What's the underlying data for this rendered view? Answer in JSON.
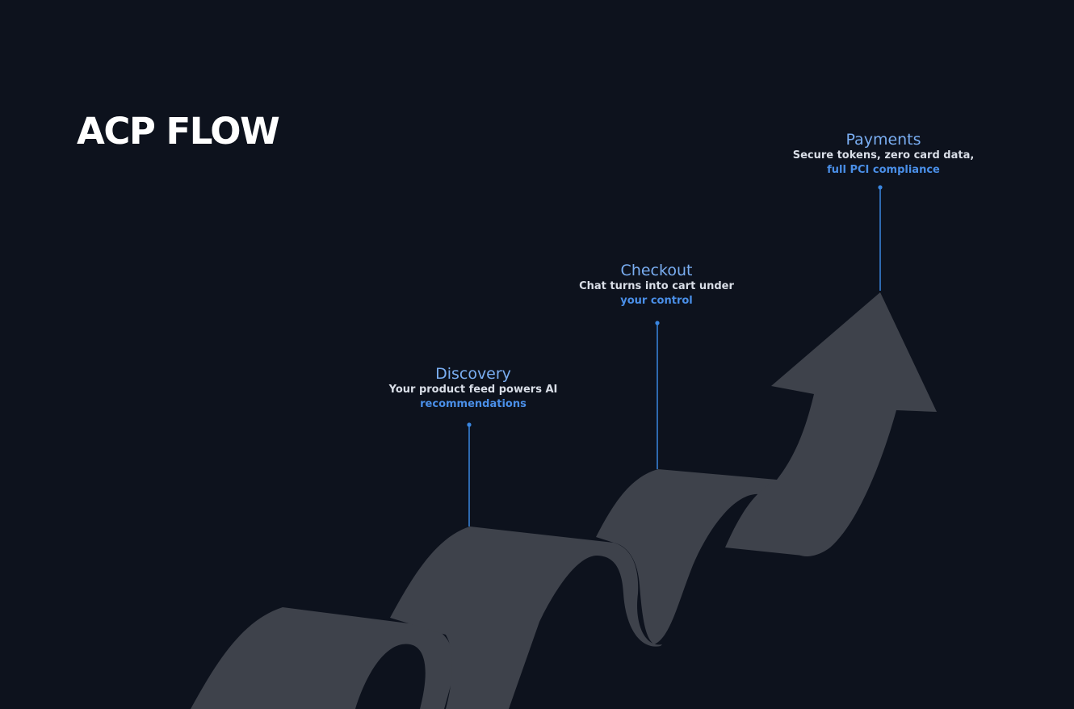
{
  "title": "ACP FLOW",
  "stages": [
    {
      "title": "Discovery",
      "description": "Your product feed powers AI",
      "highlight": "recommendations"
    },
    {
      "title": "Checkout",
      "description": "Chat turns into cart under",
      "highlight": "your control"
    },
    {
      "title": "Payments",
      "description": "Secure tokens, zero card data,",
      "highlight": "full PCI compliance"
    }
  ],
  "colors": {
    "background": "#0d121d",
    "arrow": "#3e424b",
    "title": "#ffffff",
    "stage_title": "#7aaef2",
    "accent": "#4a8fe8",
    "connector": "#3a86e0"
  }
}
